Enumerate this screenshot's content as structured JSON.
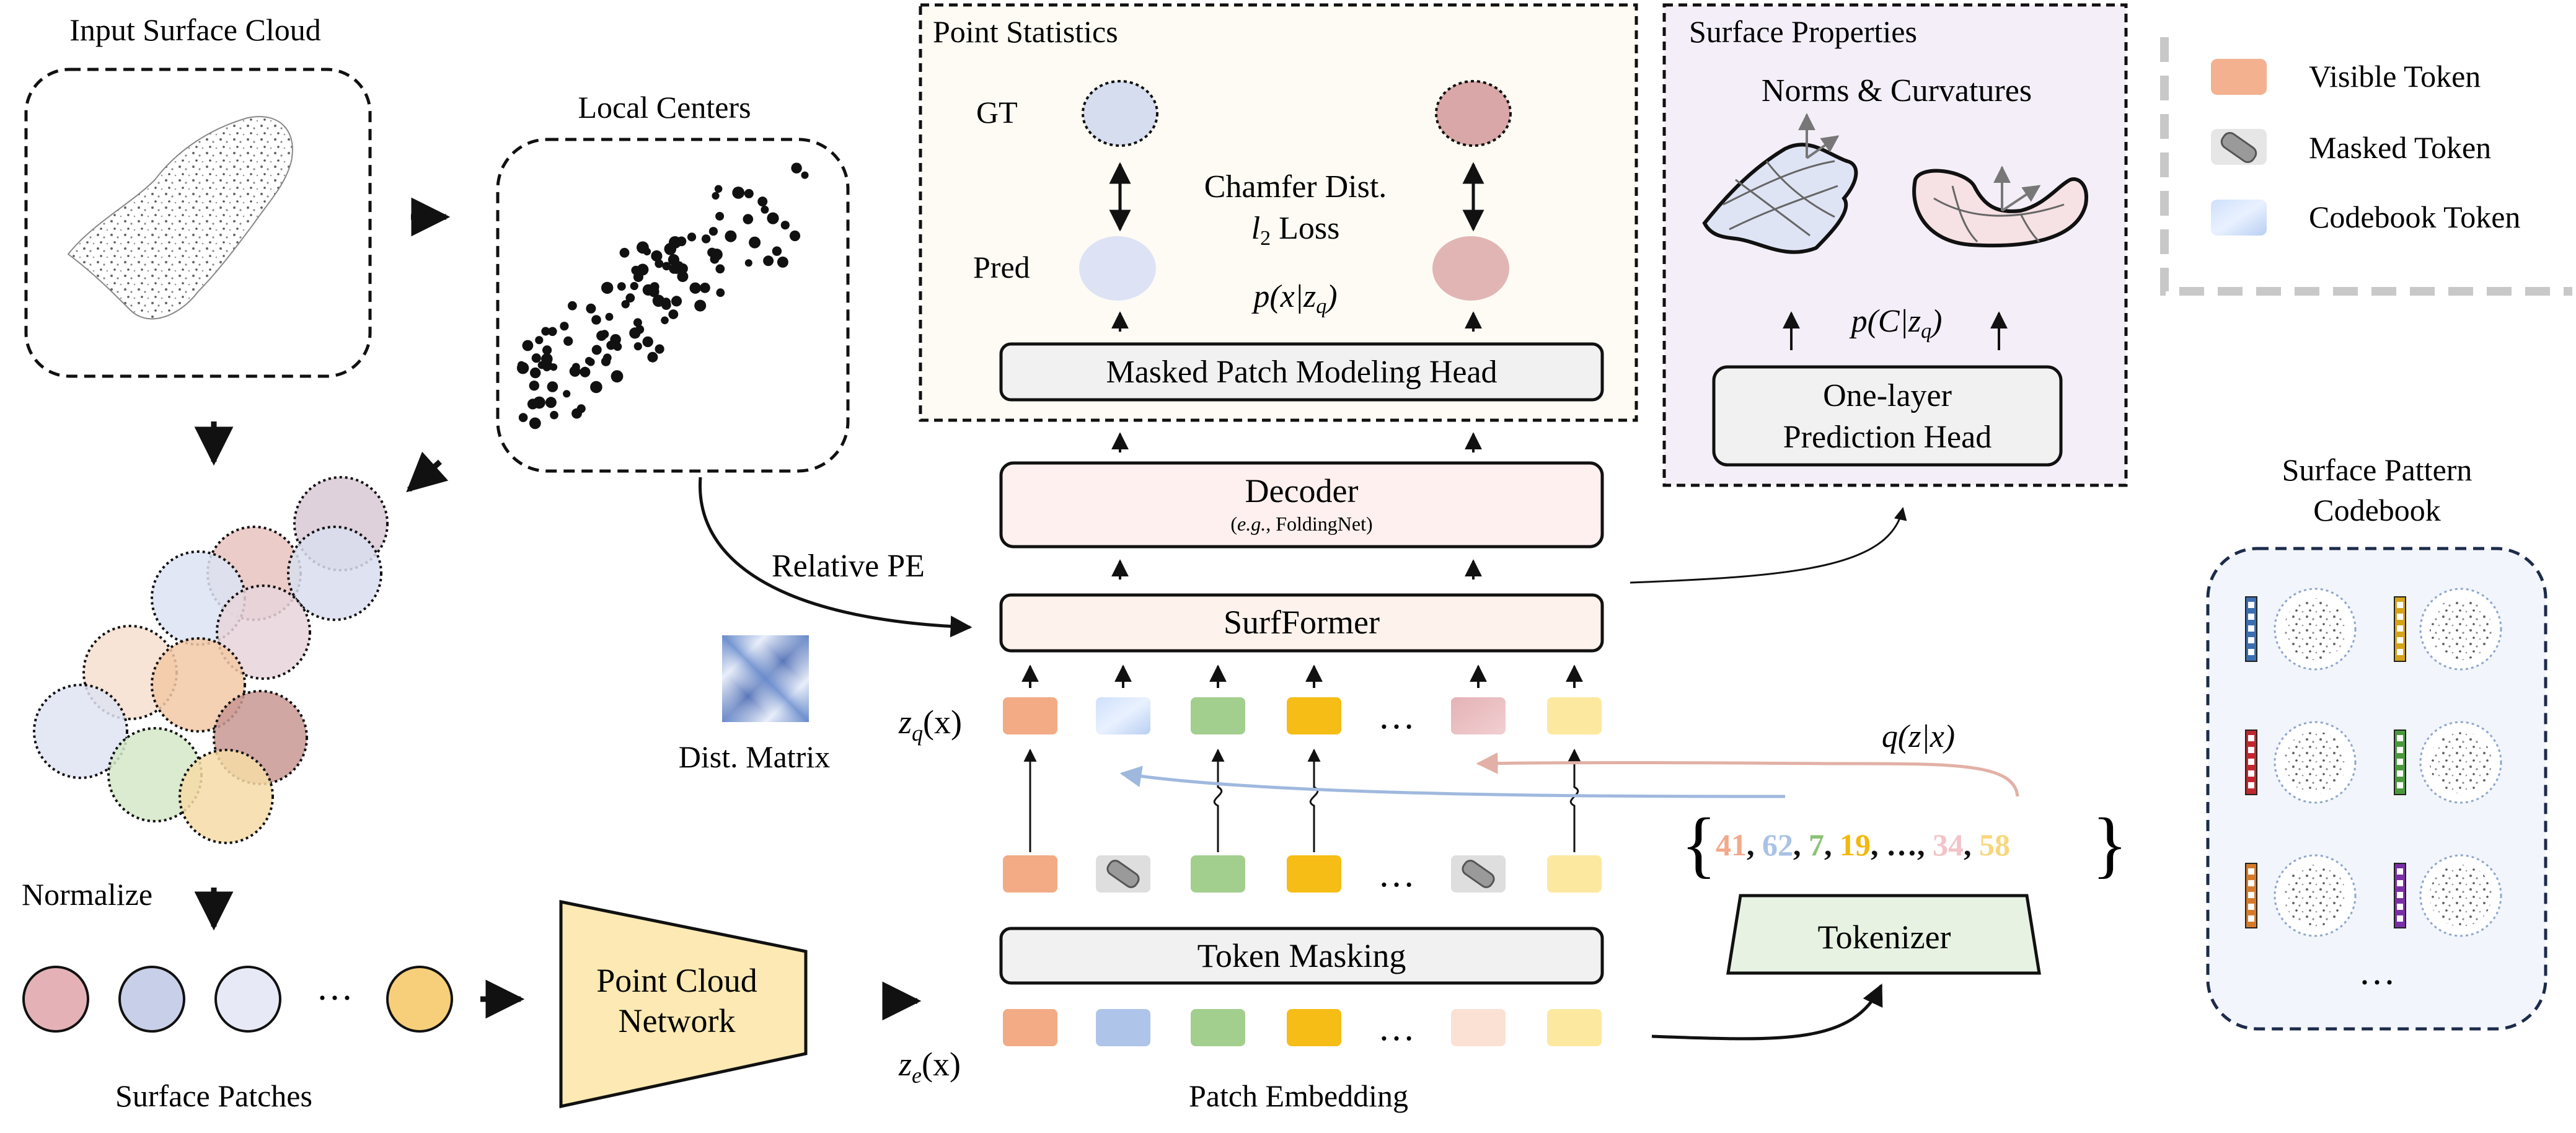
{
  "input_cloud": {
    "label": "Input Surface Cloud"
  },
  "local_centers": {
    "label": "Local Centers"
  },
  "relative_pe": {
    "label": "Relative PE"
  },
  "dist_matrix": {
    "label": "Dist. Matrix"
  },
  "normalize": {
    "label": "Normalize"
  },
  "surface_patches": {
    "label": "Surface Patches",
    "ellipsis": "···"
  },
  "point_cloud_network": {
    "line1": "Point Cloud",
    "line2": "Network"
  },
  "point_statistics": {
    "title": "Point Statistics",
    "gt_label": "GT",
    "pred_label": "Pred",
    "loss_line1": "Chamfer Dist.",
    "loss_line2_main": "l",
    "loss_line2_sub": "2",
    "loss_line2_rest": " Loss",
    "prob_label": "p(x|z",
    "prob_sub": "q",
    "prob_close": ")",
    "head_label": "Masked Patch Modeling Head"
  },
  "surface_properties": {
    "title": "Surface Properties",
    "subtitle": "Norms & Curvatures",
    "prob_label": "p(C|z",
    "prob_sub": "q",
    "prob_close": ")",
    "head_line1": "One-layer",
    "head_line2": "Prediction Head"
  },
  "decoder": {
    "label": "Decoder",
    "example_it": "e.g.",
    "example_rest": ", FoldingNet)",
    "example_open": "("
  },
  "surfformer": {
    "label": "SurfFormer"
  },
  "zq_label": {
    "main": "z",
    "sub": "q",
    "rest": "(x)"
  },
  "ze_label": {
    "main": "z",
    "sub": "e",
    "rest": "(x)"
  },
  "token_masking": {
    "label": "Token Masking"
  },
  "patch_embedding": {
    "label": "Patch Embedding"
  },
  "tokenizer": {
    "label": "Tokenizer"
  },
  "qzx": {
    "label": "q(z|x)"
  },
  "token_ids": {
    "open": "{",
    "close": "}",
    "items": [
      {
        "text": "41",
        "color": "#f2a98a"
      },
      {
        "text": "62",
        "color": "#a9c2e6"
      },
      {
        "text": "7",
        "color": "#8cc276"
      },
      {
        "text": "19",
        "color": "#f2b80f"
      },
      {
        "text": "…",
        "color": "#111111"
      },
      {
        "text": "34",
        "color": "#f2c3c8"
      },
      {
        "text": "58",
        "color": "#f7d77e"
      }
    ]
  },
  "legend": {
    "items": [
      {
        "label": "Visible Token",
        "color": "#f3b18f"
      },
      {
        "label": "Masked Token",
        "color": "#bdbdbd"
      },
      {
        "label": "Codebook Token",
        "color": "#c6d9f5"
      }
    ]
  },
  "codebook": {
    "line1": "Surface Pattern",
    "line2": "Codebook",
    "ellipsis": "···"
  },
  "colors": {
    "orange": "#f2ab85",
    "blue": "#aec4e8",
    "green": "#a3cf8e",
    "yellow": "#f6bd16",
    "peach": "#fbe0d4",
    "lightyellow": "#fde8a0",
    "pink": "#e3b3b8",
    "stat_bg": "#fdfbf4",
    "prop_bg": "#f3eef7",
    "decoder_bg": "#fdf0ee",
    "surf_bg": "#fdf3ec",
    "tokenizer_bg": "#e7f2e2",
    "network_bg": "#fce9b3",
    "codebook_bg": "#f2f5fb"
  }
}
